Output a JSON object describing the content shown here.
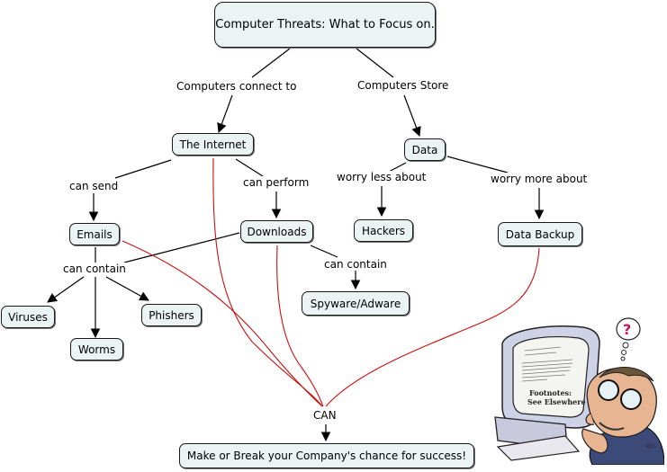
{
  "concept_map": {
    "title": "Computer Threats: What to Focus on.",
    "concepts": {
      "internet": "The Internet",
      "data": "Data",
      "emails": "Emails",
      "downloads": "Downloads",
      "hackers": "Hackers",
      "data_backup": "Data Backup",
      "viruses": "Viruses",
      "worms": "Worms",
      "phishers": "Phishers",
      "spyware": "Spyware/Adware",
      "outcome": "Make or Break your Company's chance for success!"
    },
    "linking_phrases": {
      "connect": "Computers connect to",
      "store": "Computers Store",
      "can_send": "can send",
      "can_perform": "can perform",
      "worry_less": "worry less about",
      "worry_more": "worry more about",
      "can_contain_emails": "can contain",
      "can_contain_downloads": "can contain",
      "can": "CAN"
    },
    "colors": {
      "node_fill": "#ebf3f5",
      "node_border": "#1a1a1a",
      "line": "#000000",
      "cross_link": "#cc1111"
    },
    "illustration": {
      "description": "cartoon man with glasses puzzled at computer monitor, question mark thought bubble",
      "screen_text_line1": "Footnotes:",
      "screen_text_line2": "See Elsewhere",
      "signature": "GH."
    }
  }
}
